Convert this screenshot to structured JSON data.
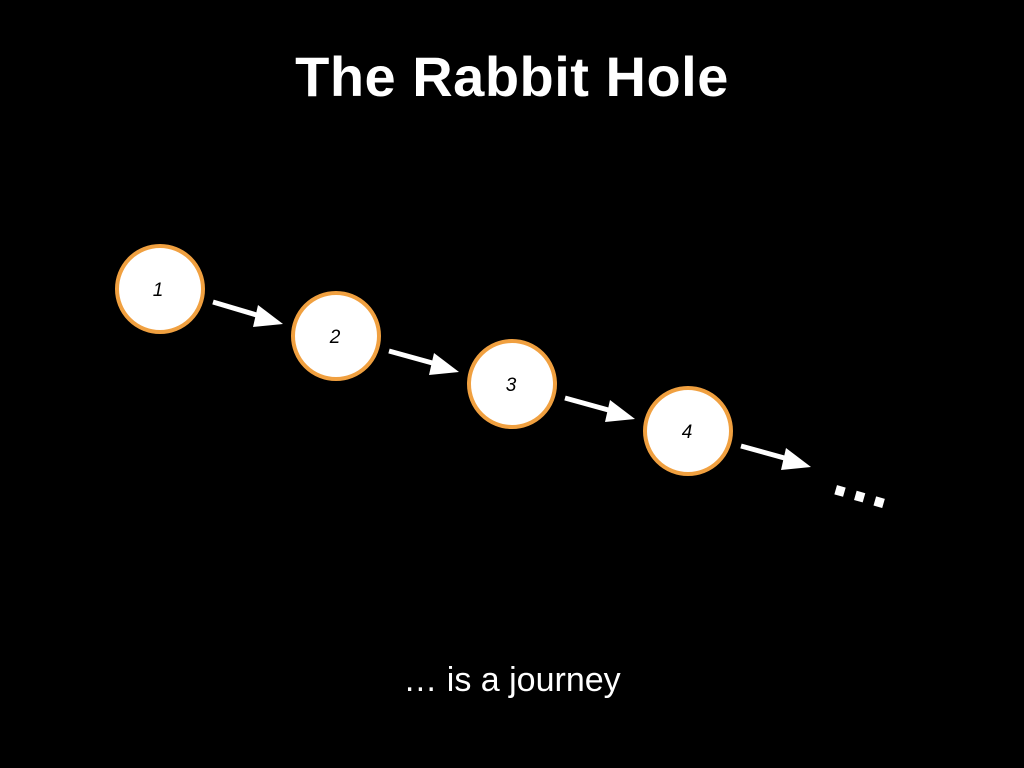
{
  "slide": {
    "title": "The Rabbit Hole",
    "subtitle": "… is a journey",
    "continuation": "…"
  },
  "diagram": {
    "nodes": [
      {
        "label": "1"
      },
      {
        "label": "2"
      },
      {
        "label": "3"
      },
      {
        "label": "4"
      }
    ]
  },
  "colors": {
    "background": "#000000",
    "node_fill": "#ffffff",
    "node_stroke": "#f0a040",
    "arrow": "#ffffff",
    "text": "#ffffff"
  }
}
